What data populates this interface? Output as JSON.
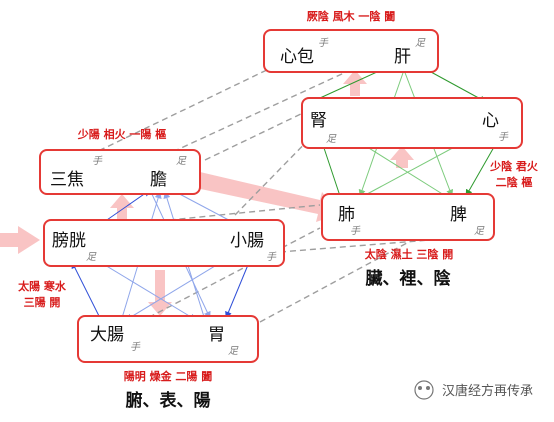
{
  "groups": {
    "jueyin": {
      "label": "厥陰 風木 一陰 闔",
      "upper": "心包",
      "lower": "肝"
    },
    "shaoyin": {
      "label": "少陰 君火",
      "label2": "二陰 樞",
      "upper": "腎",
      "lower": "心"
    },
    "taiyin": {
      "label": "太陰 濕土 三陰 開",
      "upper": "肺",
      "lower": "脾"
    },
    "shaoyang": {
      "label": "少陽 相火 一陽 樞",
      "upper": "三焦",
      "lower": "膽"
    },
    "taiyang": {
      "label": "太陽 寒水",
      "label2": "三陽 開",
      "upper": "膀胱",
      "lower": "小腸"
    },
    "yangming": {
      "label": "陽明 燥金 二陽 闔",
      "upper": "大腸",
      "lower": "胃"
    }
  },
  "hand_label": "手",
  "foot_label": "足",
  "zang_caption": "臟、裡、陰",
  "fu_caption": "腑、表、陽",
  "watermark": "汉唐经方再传承",
  "colors": {
    "border": "#e53935",
    "label": "#d81b1b",
    "yin_arrows": "#2e9a2e",
    "yang_arrows": "#2f4fd8",
    "links": "#9e9e9e"
  }
}
